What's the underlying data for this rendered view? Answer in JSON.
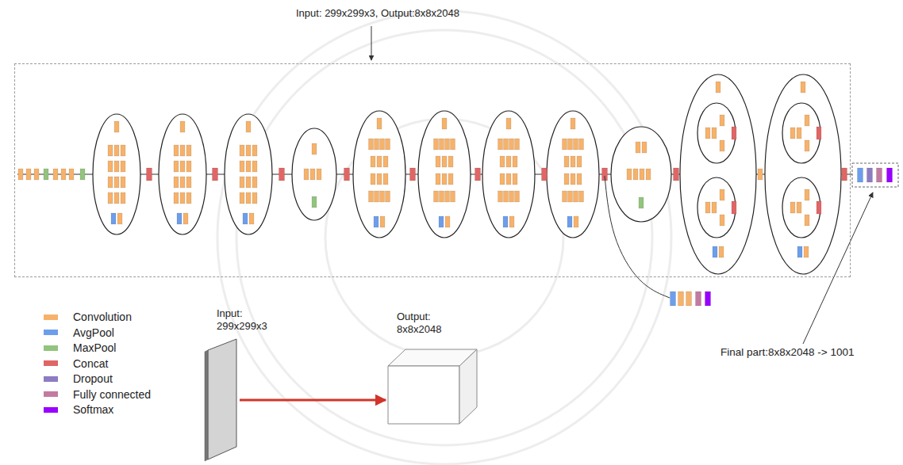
{
  "diagram": {
    "nodes": [
      {
        "text": [
          "Input: 299x299x3, Output:8x8x2048"
        ]
      },
      {
        "text": [
          "Input: 299x299x3"
        ]
      },
      {
        "text": [
          "Output: 8x8x2048"
        ]
      }
    ],
    "edges": [
      {
        "from": 1,
        "to": 2,
        "arrow": "to"
      }
    ],
    "labels": [
      "Final part:8x8x2048 -> 1001"
    ],
    "legend": [
      {
        "text": "Convolution",
        "color": "#f6b26b"
      },
      {
        "text": "AvgPool",
        "color": "#6d9eeb"
      },
      {
        "text": "MaxPool",
        "color": "#93c47d"
      },
      {
        "text": "Concat",
        "color": "#e06666"
      },
      {
        "text": "Dropout",
        "color": "#8e7cc3"
      },
      {
        "text": "Fully connected",
        "color": "#c27ba0"
      },
      {
        "text": "Softmax",
        "color": "#9900ff"
      }
    ]
  }
}
